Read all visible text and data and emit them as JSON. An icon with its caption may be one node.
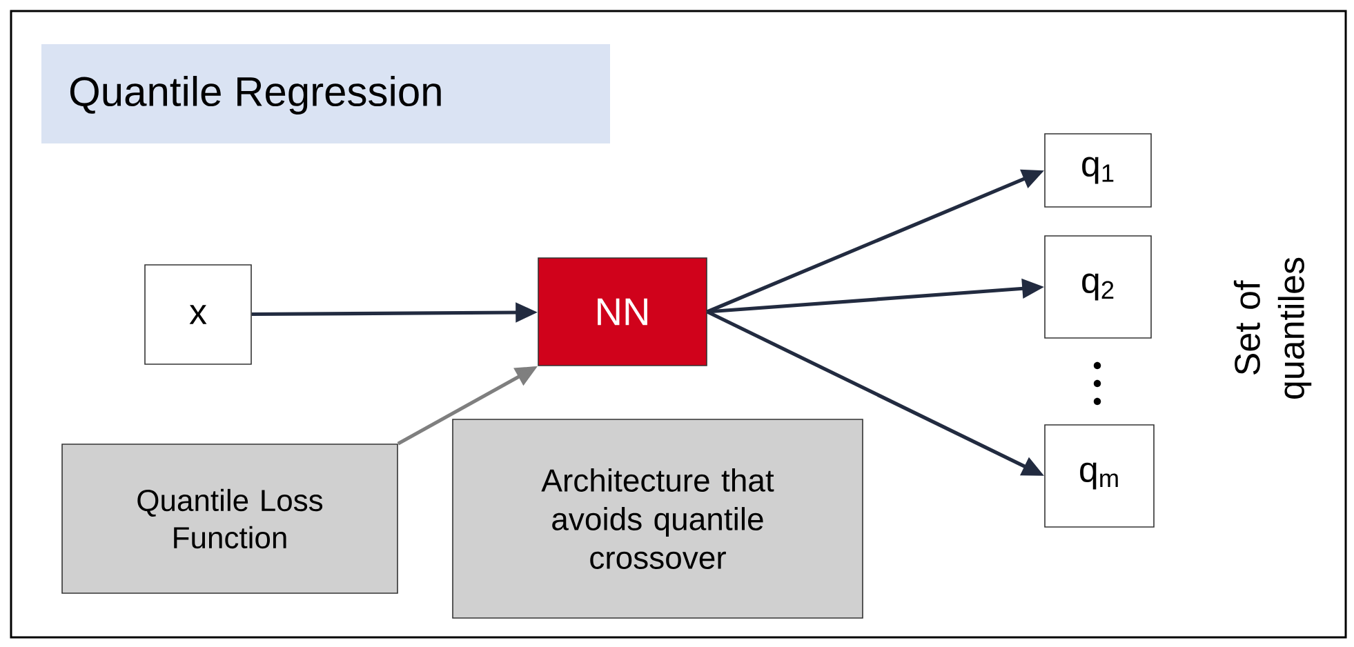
{
  "diagram": {
    "title": "Quantile Regression",
    "nodes": [
      {
        "text": [
          "x"
        ]
      },
      {
        "text": [
          "NN"
        ]
      },
      {
        "text": [
          "q$_{1}$"
        ]
      },
      {
        "text": [
          "q$_{2}$"
        ]
      },
      {
        "text": [
          "q$_{m}$"
        ]
      },
      {
        "text": [
          "Quantile Loss Function"
        ]
      },
      {
        "text": [
          "Architecture that avoids quantile crossover"
        ]
      }
    ],
    "edges": [
      {
        "from": 0,
        "to": 1,
        "arrow": "to"
      },
      {
        "from": 1,
        "to": 2,
        "arrow": "to"
      },
      {
        "from": 1,
        "to": 3,
        "arrow": "to"
      },
      {
        "from": 1,
        "to": 4,
        "arrow": "to"
      },
      {
        "from": 5,
        "to": 1,
        "arrow": "to",
        "color": "#7f7f7f"
      }
    ],
    "labels": [
      "Set of quantiles"
    ]
  }
}
